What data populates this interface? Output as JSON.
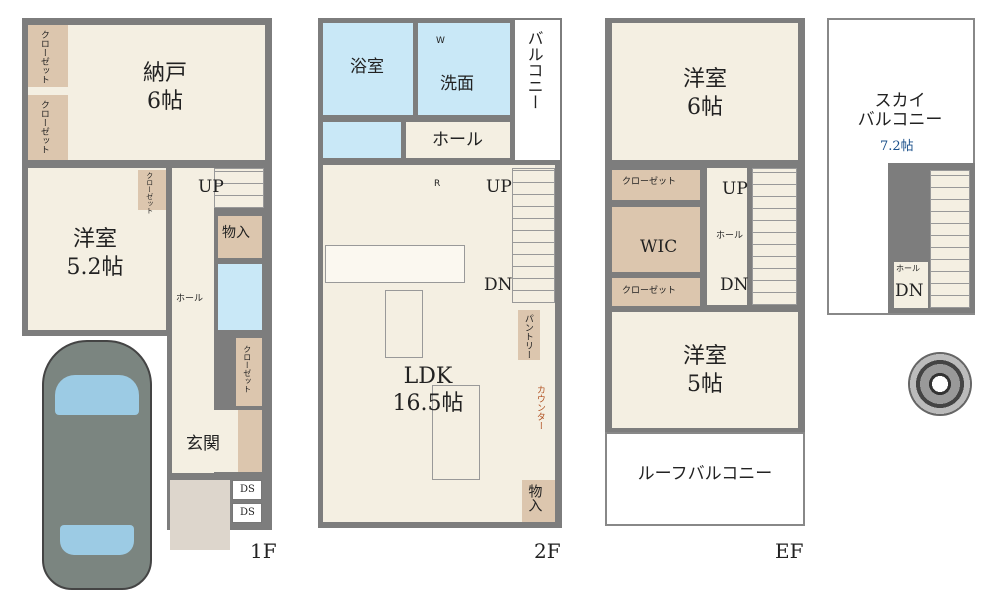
{
  "floor1": {
    "label": "1F",
    "storage": "納戸",
    "storage_size": "6帖",
    "closet1": "クローゼット",
    "closet2": "クローゼット",
    "closet3": "クローゼット",
    "closet4": "クローゼット",
    "room": "洋室",
    "room_size": "5.2帖",
    "up": "UP",
    "hall": "ホール",
    "closet_small": "物入",
    "entrance": "玄関",
    "ds1": "DS",
    "ds2": "DS"
  },
  "floor2": {
    "label": "2F",
    "bath": "浴室",
    "washroom": "洗面",
    "w": "W",
    "balcony": "バルコニー",
    "hall": "ホール",
    "r": "R",
    "up": "UP",
    "dn": "DN",
    "pantry": "パントリー",
    "counter": "カウンター",
    "ldk": "LDK",
    "ldk_size": "16.5帖",
    "storage": "物入"
  },
  "floor3": {
    "label": "EF",
    "room1": "洋室",
    "room1_size": "6帖",
    "closet1": "クローゼット",
    "wic": "WIC",
    "hall": "ホール",
    "up": "UP",
    "dn": "DN",
    "closet2": "クローゼット",
    "room2": "洋室",
    "room2_size": "5帖",
    "roof_balcony": "ルーフバルコニー"
  },
  "roof": {
    "sky_balcony": "スカイ\nバルコニー",
    "sky_size": "7.2帖",
    "hall": "ホール",
    "dn": "DN"
  }
}
